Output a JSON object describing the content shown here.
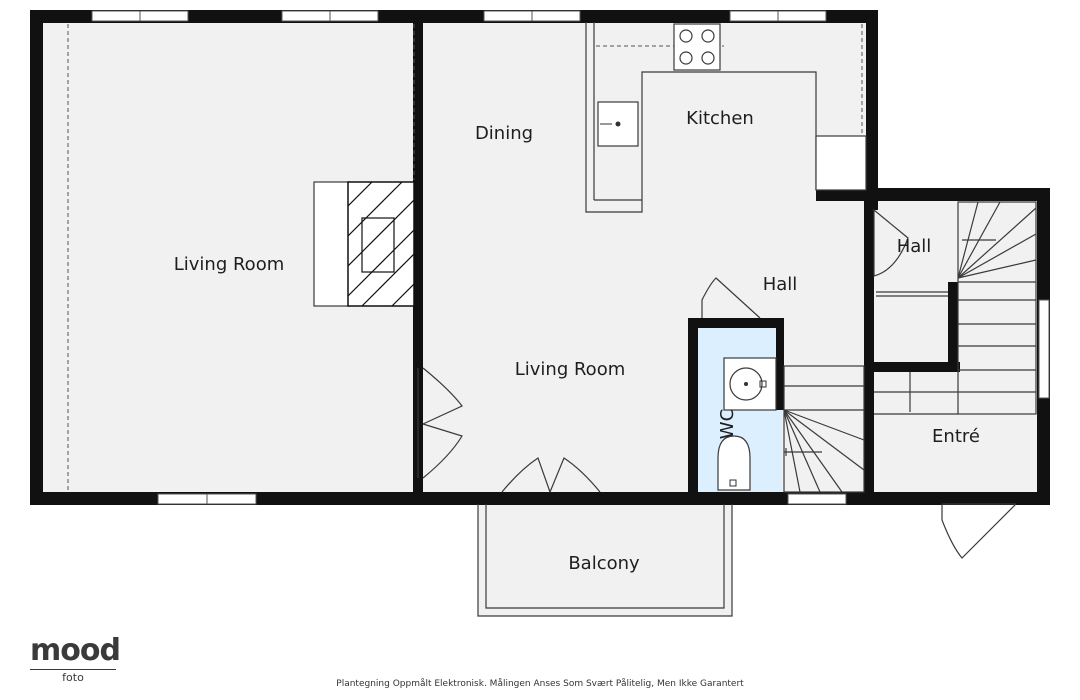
{
  "rooms": {
    "living_room_left": "Living Room",
    "dining": "Dining",
    "kitchen": "Kitchen",
    "living_room_center": "Living Room",
    "hall_center": "Hall",
    "hall_right": "Hall",
    "wc": "WC",
    "entre": "Entré",
    "balcony": "Balcony"
  },
  "footer": {
    "disclaimer": "Plantegning Oppmålt Elektronisk. Målingen Anses Som Svært Pålitelig, Men Ikke Garantert"
  },
  "logo": {
    "brand": "mood",
    "sub": "foto"
  },
  "colors": {
    "wall": "#111111",
    "floor": "#f1f1f1",
    "wc_floor": "#dcefff"
  }
}
